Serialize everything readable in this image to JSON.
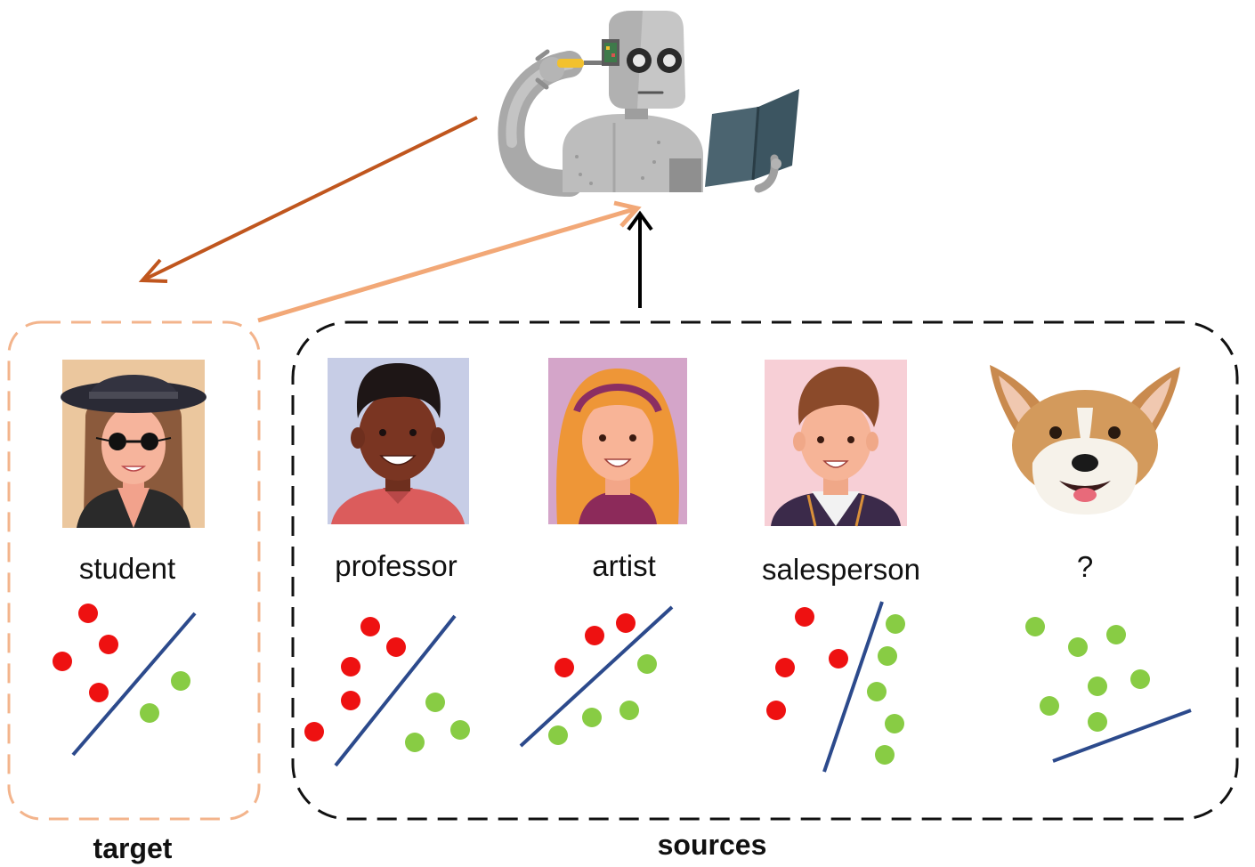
{
  "groups": {
    "target_label": "target",
    "sources_label": "sources"
  },
  "panels": [
    {
      "caption": "student",
      "avatar": "woman-with-hat-and-sunglasses-avatar"
    },
    {
      "caption": "professor",
      "avatar": "man-with-curly-hair-avatar"
    },
    {
      "caption": "artist",
      "avatar": "woman-with-headband-avatar"
    },
    {
      "caption": "salesperson",
      "avatar": "young-man-with-lanyard-avatar"
    },
    {
      "caption": "?",
      "avatar": "dog-photo"
    }
  ],
  "colors": {
    "negative_point": "#ee1111",
    "positive_point": "#88cc44",
    "decision_boundary": "#2c4a8c",
    "target_box": "#f3b48c",
    "sources_box": "#111111",
    "arrow_down": "#c0561e",
    "arrow_up": "#f2a877",
    "arrow_sources": "#000000"
  },
  "illustration": "robot-reading-book"
}
